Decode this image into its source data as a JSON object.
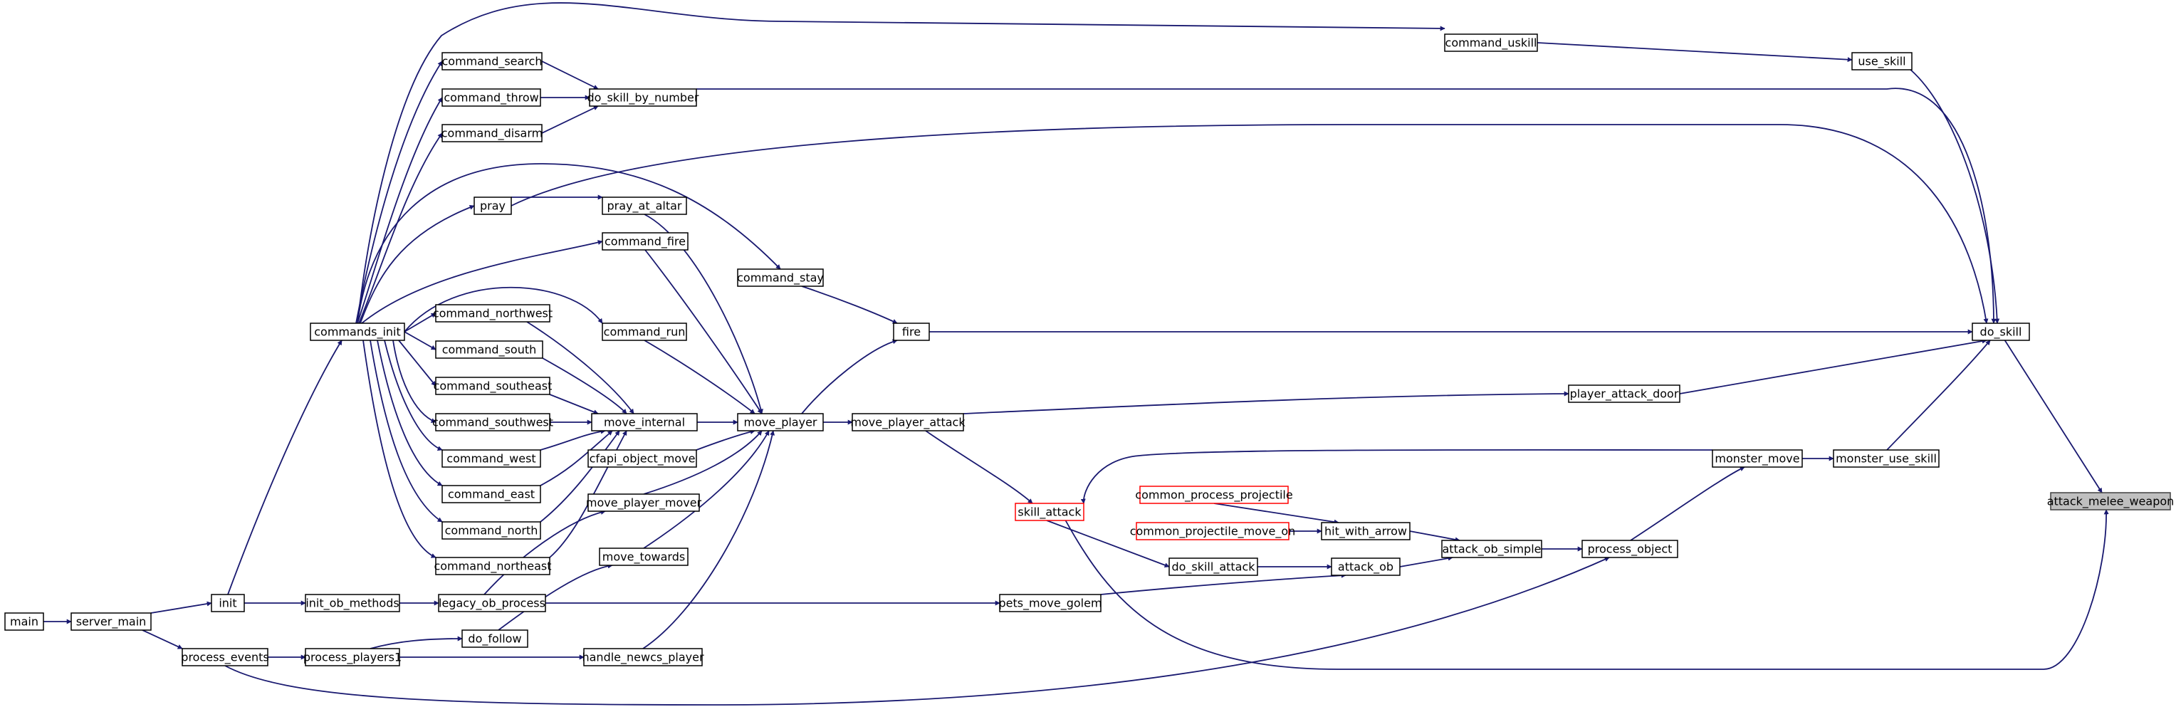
{
  "diagram": {
    "root": "attack_melee_weapon",
    "colors": {
      "edge": "#191970",
      "node_border": "#000000",
      "highlight_border": "#ff0000",
      "root_fill": "#bfbfbf"
    },
    "nodes": [
      {
        "id": "attack_melee_weapon",
        "label": "attack_melee_weapon"
      },
      {
        "id": "do_skill",
        "label": "do_skill"
      },
      {
        "id": "use_skill",
        "label": "use_skill"
      },
      {
        "id": "command_uskill",
        "label": "command_uskill"
      },
      {
        "id": "do_skill_by_number",
        "label": "do_skill_by_number"
      },
      {
        "id": "command_search",
        "label": "command_search"
      },
      {
        "id": "command_throw",
        "label": "command_throw"
      },
      {
        "id": "command_disarm",
        "label": "command_disarm"
      },
      {
        "id": "pray",
        "label": "pray"
      },
      {
        "id": "pray_at_altar",
        "label": "pray_at_altar"
      },
      {
        "id": "command_fire",
        "label": "command_fire"
      },
      {
        "id": "command_stay",
        "label": "command_stay"
      },
      {
        "id": "fire",
        "label": "fire"
      },
      {
        "id": "command_northwest",
        "label": "command_northwest"
      },
      {
        "id": "commands_init",
        "label": "commands_init"
      },
      {
        "id": "command_run",
        "label": "command_run"
      },
      {
        "id": "command_south",
        "label": "command_south"
      },
      {
        "id": "command_southeast",
        "label": "command_southeast"
      },
      {
        "id": "command_southwest",
        "label": "command_southwest"
      },
      {
        "id": "move_internal",
        "label": "move_internal"
      },
      {
        "id": "move_player",
        "label": "move_player"
      },
      {
        "id": "move_player_attack",
        "label": "move_player_attack"
      },
      {
        "id": "player_attack_door",
        "label": "player_attack_door"
      },
      {
        "id": "command_west",
        "label": "command_west"
      },
      {
        "id": "cfapi_object_move",
        "label": "cfapi_object_move"
      },
      {
        "id": "monster_move",
        "label": "monster_move"
      },
      {
        "id": "monster_use_skill",
        "label": "monster_use_skill"
      },
      {
        "id": "command_east",
        "label": "command_east"
      },
      {
        "id": "command_north",
        "label": "command_north"
      },
      {
        "id": "move_player_mover",
        "label": "move_player_mover"
      },
      {
        "id": "skill_attack",
        "label": "skill_attack"
      },
      {
        "id": "common_process_projectile",
        "label": "common_process_projectile"
      },
      {
        "id": "common_projectile_move_on",
        "label": "common_projectile_move_on"
      },
      {
        "id": "hit_with_arrow",
        "label": "hit_with_arrow"
      },
      {
        "id": "attack_ob_simple",
        "label": "attack_ob_simple"
      },
      {
        "id": "process_object",
        "label": "process_object"
      },
      {
        "id": "move_towards",
        "label": "move_towards"
      },
      {
        "id": "command_northeast",
        "label": "command_northeast"
      },
      {
        "id": "do_skill_attack",
        "label": "do_skill_attack"
      },
      {
        "id": "attack_ob",
        "label": "attack_ob"
      },
      {
        "id": "init",
        "label": "init"
      },
      {
        "id": "init_ob_methods",
        "label": "init_ob_methods"
      },
      {
        "id": "legacy_ob_process",
        "label": "legacy_ob_process"
      },
      {
        "id": "pets_move_golem",
        "label": "pets_move_golem"
      },
      {
        "id": "main",
        "label": "main"
      },
      {
        "id": "server_main",
        "label": "server_main"
      },
      {
        "id": "do_follow",
        "label": "do_follow"
      },
      {
        "id": "process_events",
        "label": "process_events"
      },
      {
        "id": "process_players1",
        "label": "process_players1"
      },
      {
        "id": "handle_newcs_player",
        "label": "handle_newcs_player"
      }
    ]
  }
}
